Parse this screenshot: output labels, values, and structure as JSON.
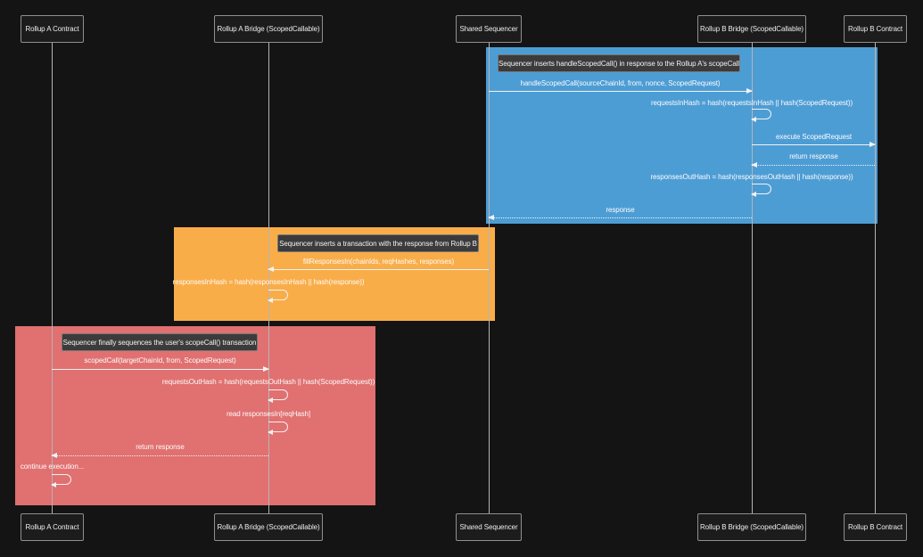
{
  "diagram_type": "sequence-diagram",
  "colors": {
    "background": "#141414",
    "blue_phase": "#4d9dd5",
    "orange_phase": "#f9ad49",
    "red_phase": "#e17070",
    "note_background": "#3b3b3b",
    "line": "#f2f2f2",
    "participant_border": "#8f8f8f"
  },
  "participants": {
    "rollup_a_contract": "Rollup A Contract",
    "rollup_a_bridge": "Rollup A Bridge (ScopedCallable)",
    "shared_sequencer": "Shared Sequencer",
    "rollup_b_bridge": "Rollup B Bridge (ScopedCallable)",
    "rollup_b_contract": "Rollup B Contract"
  },
  "phases": {
    "blue": {
      "note": "Sequencer inserts handleScopedCall() in response to the Rollup A's scopeCall",
      "messages": {
        "handle_scoped_call": "handleScopedCall(sourceChainId, from, nonce, ScopedRequest)",
        "requests_in_hash": "requestsInHash = hash(requestsInHash || hash(ScopedRequest))",
        "execute_scoped_request": "execute ScopedRequest",
        "return_response": "return response",
        "responses_out_hash": "responsesOutHash = hash(responsesOutHash || hash(response))",
        "response": "response"
      }
    },
    "orange": {
      "note": "Sequencer inserts a transaction with the response from Rollup B",
      "messages": {
        "fill_responses_in": "fillResponsesIn(chainIds, reqHashes, responses)",
        "responses_in_hash": "responsesInHash = hash(responsesInHash || hash(response))"
      }
    },
    "red": {
      "note": "Sequencer finally sequences the user's scopeCall() transaction",
      "messages": {
        "scoped_call": "scopedCall(targetChainId, from, ScopedRequest)",
        "requests_out_hash": "requestsOutHash = hash(requestsOutHash || hash(ScopedRequest))",
        "read_responses_in": "read responsesIn[reqHash]",
        "return_response": "return response",
        "continue_execution": "continue execution..."
      }
    }
  }
}
